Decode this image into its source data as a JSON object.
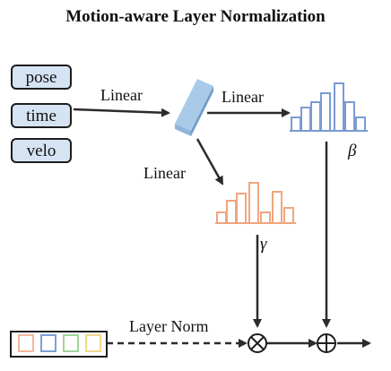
{
  "title": "Motion-aware Layer Normalization",
  "inputs": [
    "pose",
    "time",
    "velo"
  ],
  "edges": {
    "linear_top_left": "Linear",
    "linear_top_right": "Linear",
    "linear_down": "Linear",
    "layer_norm": "Layer Norm"
  },
  "symbols": {
    "beta": "β",
    "gamma": "γ"
  },
  "colors": {
    "input_fill": "#d5e3f2",
    "block_fill": "#a9cbe8",
    "beta_hist": "#7a9bd3",
    "gamma_hist": "#f0a57e",
    "feature_cells": [
      "#f3b69c",
      "#7d9fd9",
      "#9fd59a",
      "#f1d789"
    ]
  }
}
